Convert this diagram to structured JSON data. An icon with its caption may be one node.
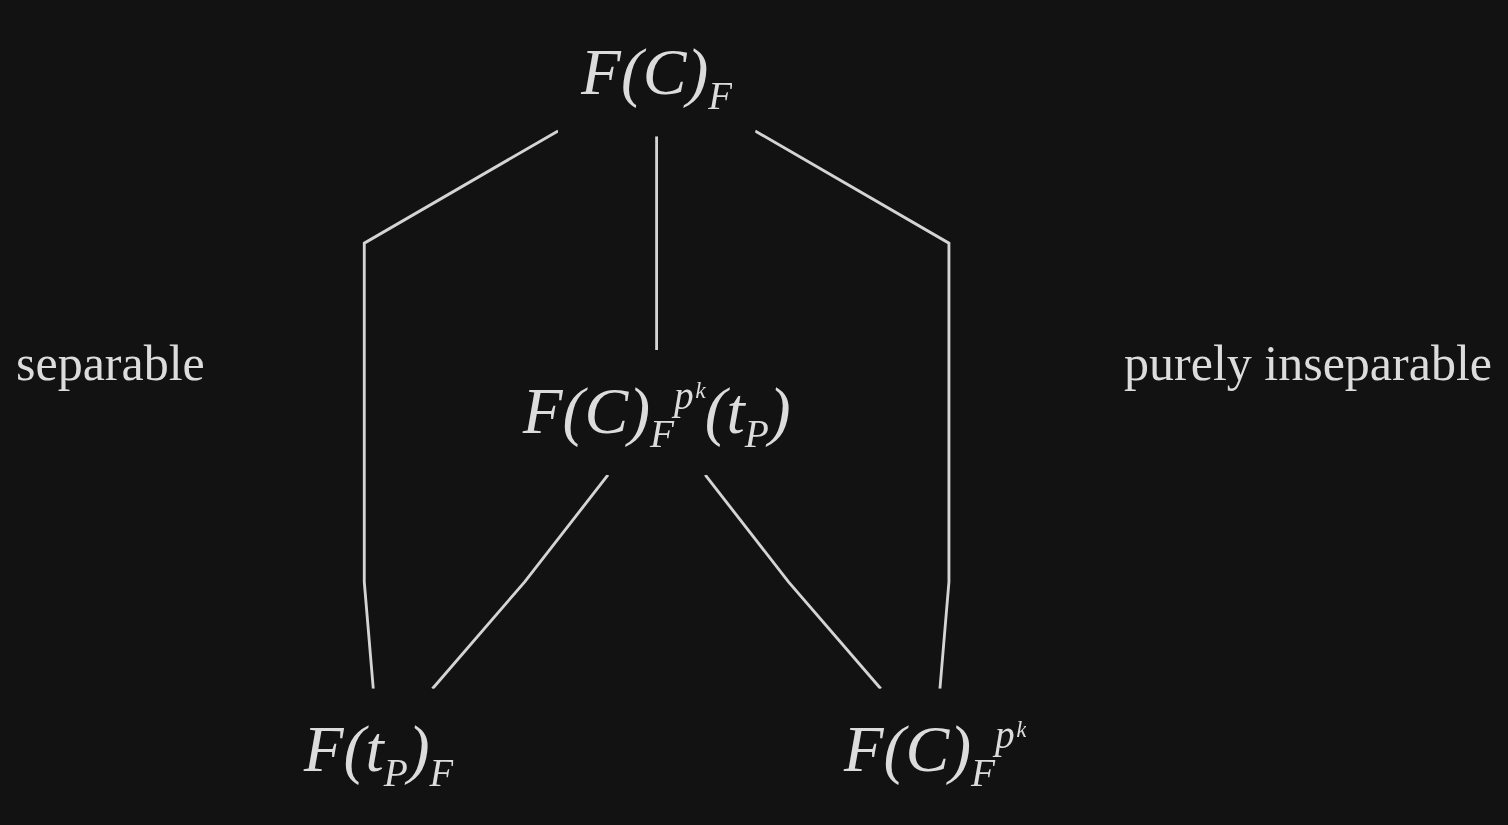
{
  "diagram": {
    "nodes": [
      {
        "text": [
          "F(C)$_{F}$"
        ]
      },
      {
        "text": [
          "F(C)$_{F}$$^{pᵏ}$(t$_{P}$)"
        ]
      },
      {
        "text": [
          "F(t$_{P}$)$_{F}$"
        ]
      },
      {
        "text": [
          "F(C)$_{F}$$^{pᵏ}$"
        ]
      }
    ],
    "edges": [
      {
        "from": 0,
        "to": 2,
        "arrow": "none"
      },
      {
        "from": 0,
        "to": 1,
        "arrow": "none"
      },
      {
        "from": 0,
        "to": 3,
        "arrow": "none"
      },
      {
        "from": 1,
        "to": 2,
        "arrow": "none"
      },
      {
        "from": 1,
        "to": 3,
        "arrow": "none"
      }
    ],
    "labels": [
      "separable",
      "purely inseparable"
    ]
  }
}
